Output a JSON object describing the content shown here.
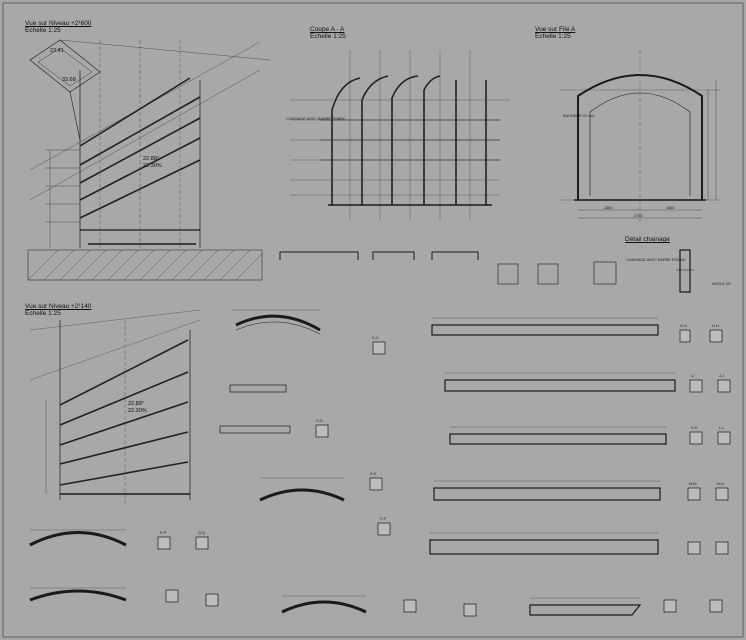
{
  "views": {
    "plan_top": {
      "title": "Vue sur Niveau +2¹600",
      "scale": "Echelle 1:25",
      "dim_a": "23.41",
      "dim_b": "33.68",
      "slope_a": "22.88°",
      "slope_b": "22.30%"
    },
    "section": {
      "title": "Coupe A - A",
      "scale": "Echelle 1:25",
      "note": "CHAINAGE AVEC BARRE RONDE"
    },
    "front": {
      "title": "Vue sur File A",
      "scale": "Echelle 1:25",
      "dim_left": "1880",
      "dim_right": "1880",
      "dim_total": "3760",
      "note": "BAGNEUR 20 mm"
    },
    "plan_bottom": {
      "title": "Vue sur Niveau +2¹140",
      "scale": "Echelle 1:25",
      "slope_a": "22.88°",
      "slope_b": "22.30%"
    },
    "detail": {
      "title": "Détail chainage",
      "note": "CHAINAGE AVEC BARRE RONDE",
      "note2": "ANGLE 20°"
    }
  },
  "annotations": {
    "section_markers": [
      "C-C",
      "D-D",
      "E-E",
      "F-F",
      "G-G",
      "H-H",
      "I-I",
      "J-J",
      "K-K",
      "L-L",
      "M-M",
      "N-N",
      "P-P",
      "Q-Q"
    ]
  },
  "colors": {
    "paper": "#a8a8a8",
    "line": "#1a1a1a",
    "thin": "#3a3a3a",
    "accent": "#2a2a8a"
  }
}
